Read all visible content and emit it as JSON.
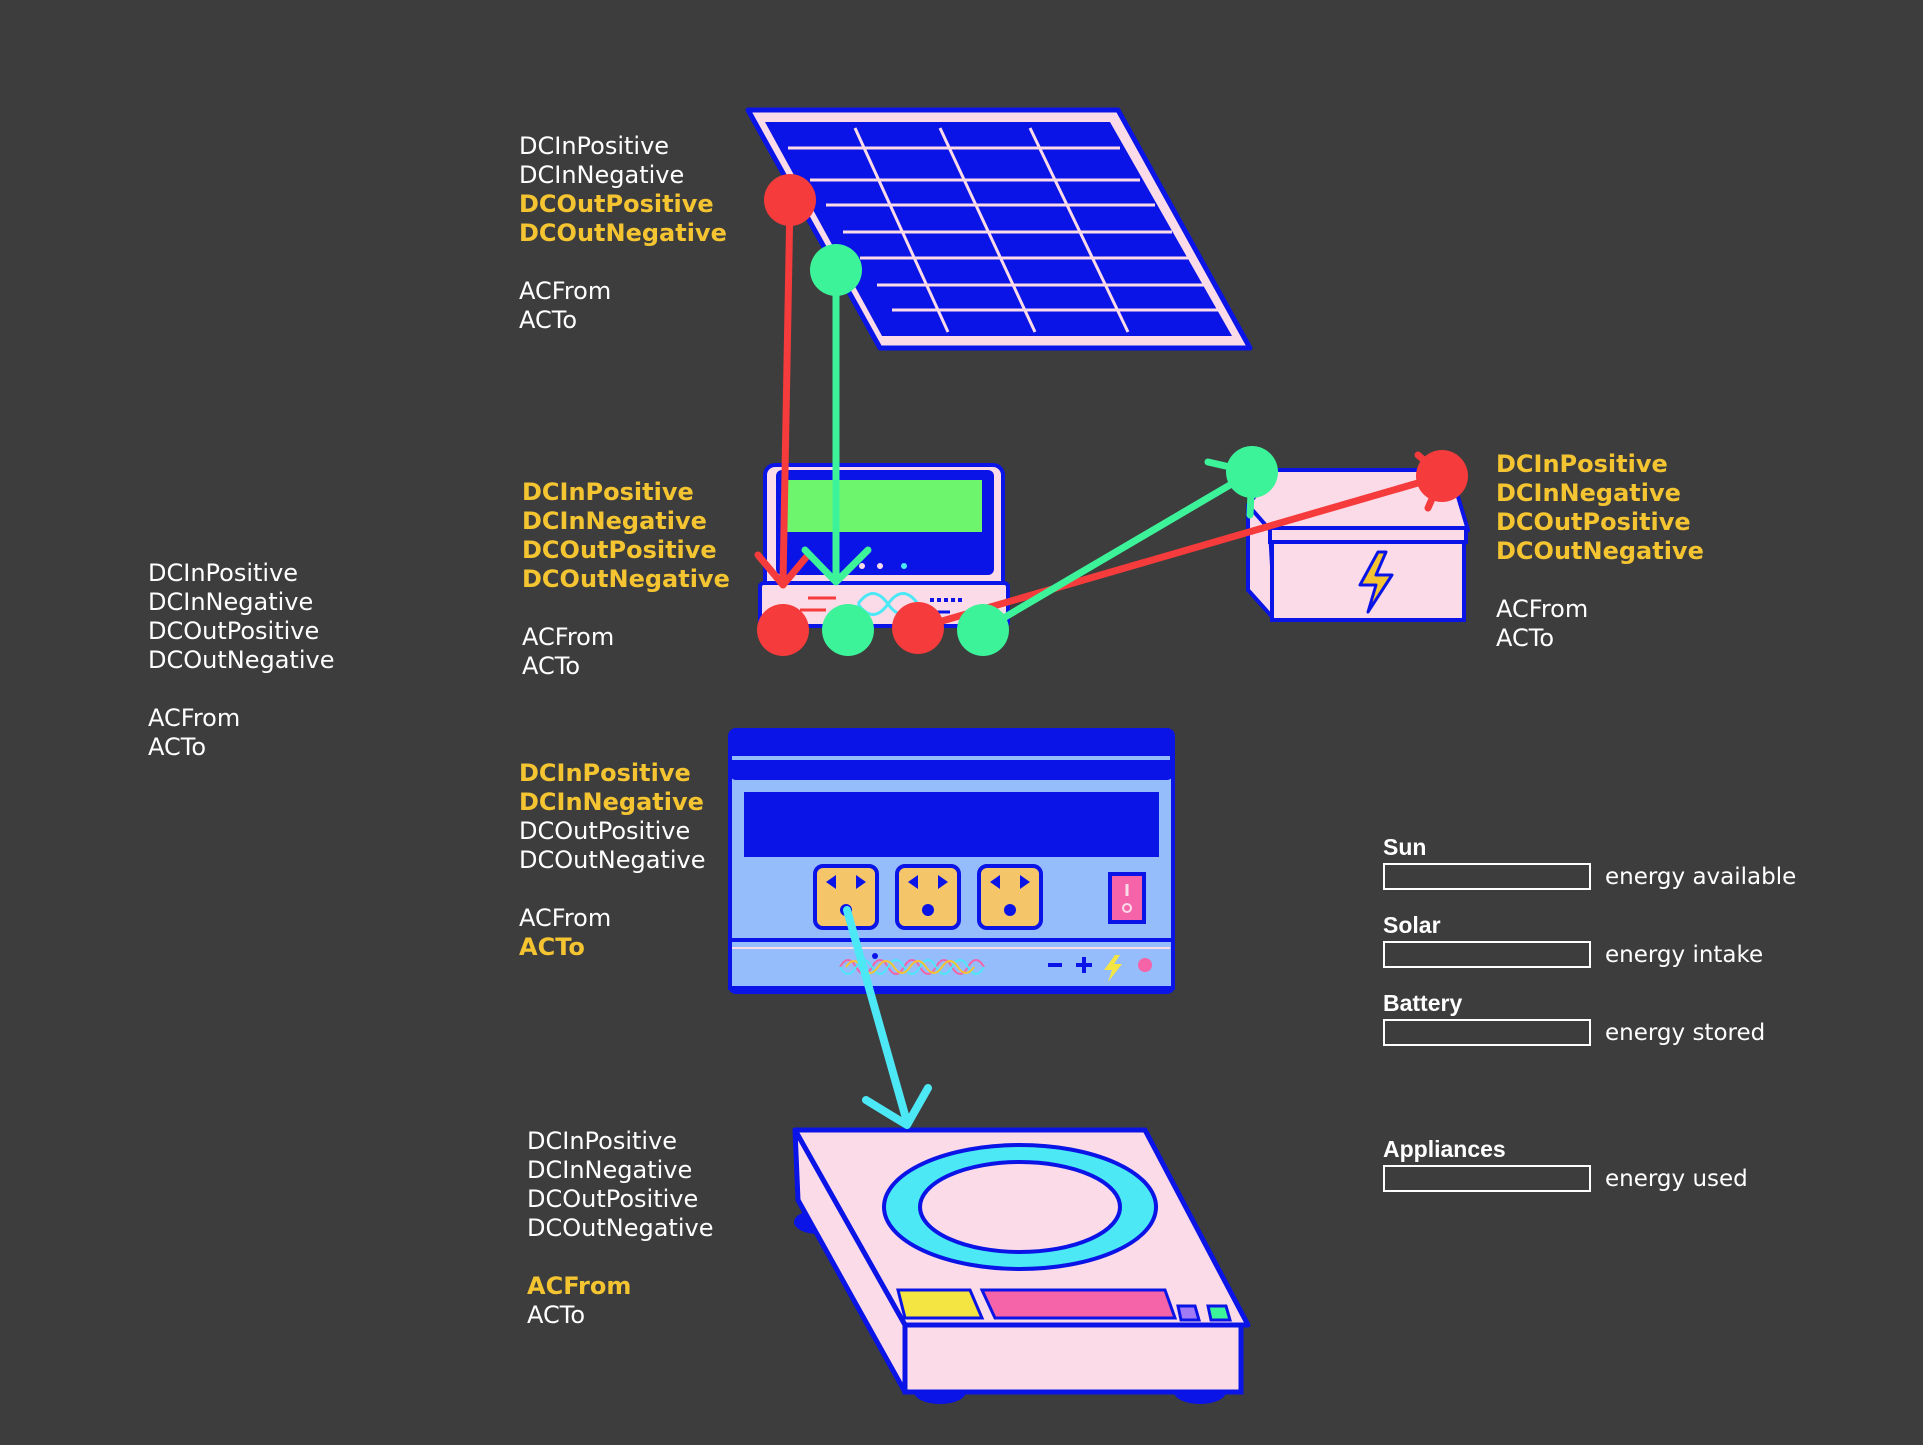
{
  "colors": {
    "background": "#3d3d3d",
    "highlight": "#f5c531",
    "positive_wire": "#f53b3b",
    "negative_wire": "#3cf39a",
    "ac_wire": "#4de8f5",
    "device_blue": "#0a14e6",
    "device_pink": "#fcdbe9"
  },
  "ports": {
    "free": [
      {
        "label": "DCInPositive",
        "hl": false
      },
      {
        "label": "DCInNegative",
        "hl": false
      },
      {
        "label": "DCOutPositive",
        "hl": false
      },
      {
        "label": "DCOutNegative",
        "hl": false
      },
      {
        "label": "ACFrom",
        "hl": false
      },
      {
        "label": "ACTo",
        "hl": false
      }
    ],
    "solar_panel": [
      {
        "label": "DCInPositive",
        "hl": false
      },
      {
        "label": "DCInNegative",
        "hl": false
      },
      {
        "label": "DCOutPositive",
        "hl": true
      },
      {
        "label": "DCOutNegative",
        "hl": true
      },
      {
        "label": "ACFrom",
        "hl": false
      },
      {
        "label": "ACTo",
        "hl": false
      }
    ],
    "charge_controller": [
      {
        "label": "DCInPositive",
        "hl": true
      },
      {
        "label": "DCInNegative",
        "hl": true
      },
      {
        "label": "DCOutPositive",
        "hl": true
      },
      {
        "label": "DCOutNegative",
        "hl": true
      },
      {
        "label": "ACFrom",
        "hl": false
      },
      {
        "label": "ACTo",
        "hl": false
      }
    ],
    "battery": [
      {
        "label": "DCInPositive",
        "hl": true
      },
      {
        "label": "DCInNegative",
        "hl": true
      },
      {
        "label": "DCOutPositive",
        "hl": true
      },
      {
        "label": "DCOutNegative",
        "hl": true
      },
      {
        "label": "ACFrom",
        "hl": false
      },
      {
        "label": "ACTo",
        "hl": false
      }
    ],
    "inverter": [
      {
        "label": "DCInPositive",
        "hl": true
      },
      {
        "label": "DCInNegative",
        "hl": true
      },
      {
        "label": "DCOutPositive",
        "hl": false
      },
      {
        "label": "DCOutNegative",
        "hl": false
      },
      {
        "label": "ACFrom",
        "hl": false
      },
      {
        "label": "ACTo",
        "hl": true
      }
    ],
    "induction_cooker": [
      {
        "label": "DCInPositive",
        "hl": false
      },
      {
        "label": "DCInNegative",
        "hl": false
      },
      {
        "label": "DCOutPositive",
        "hl": false
      },
      {
        "label": "DCOutNegative",
        "hl": false
      },
      {
        "label": "ACFrom",
        "hl": true
      },
      {
        "label": "ACTo",
        "hl": false
      }
    ]
  },
  "metrics": {
    "sun": {
      "label": "Sun",
      "caption": "energy available"
    },
    "solar": {
      "label": "Solar",
      "caption": "energy intake"
    },
    "battery": {
      "label": "Battery",
      "caption": "energy stored"
    },
    "appliances": {
      "label": "Appliances",
      "caption": "energy used"
    }
  }
}
